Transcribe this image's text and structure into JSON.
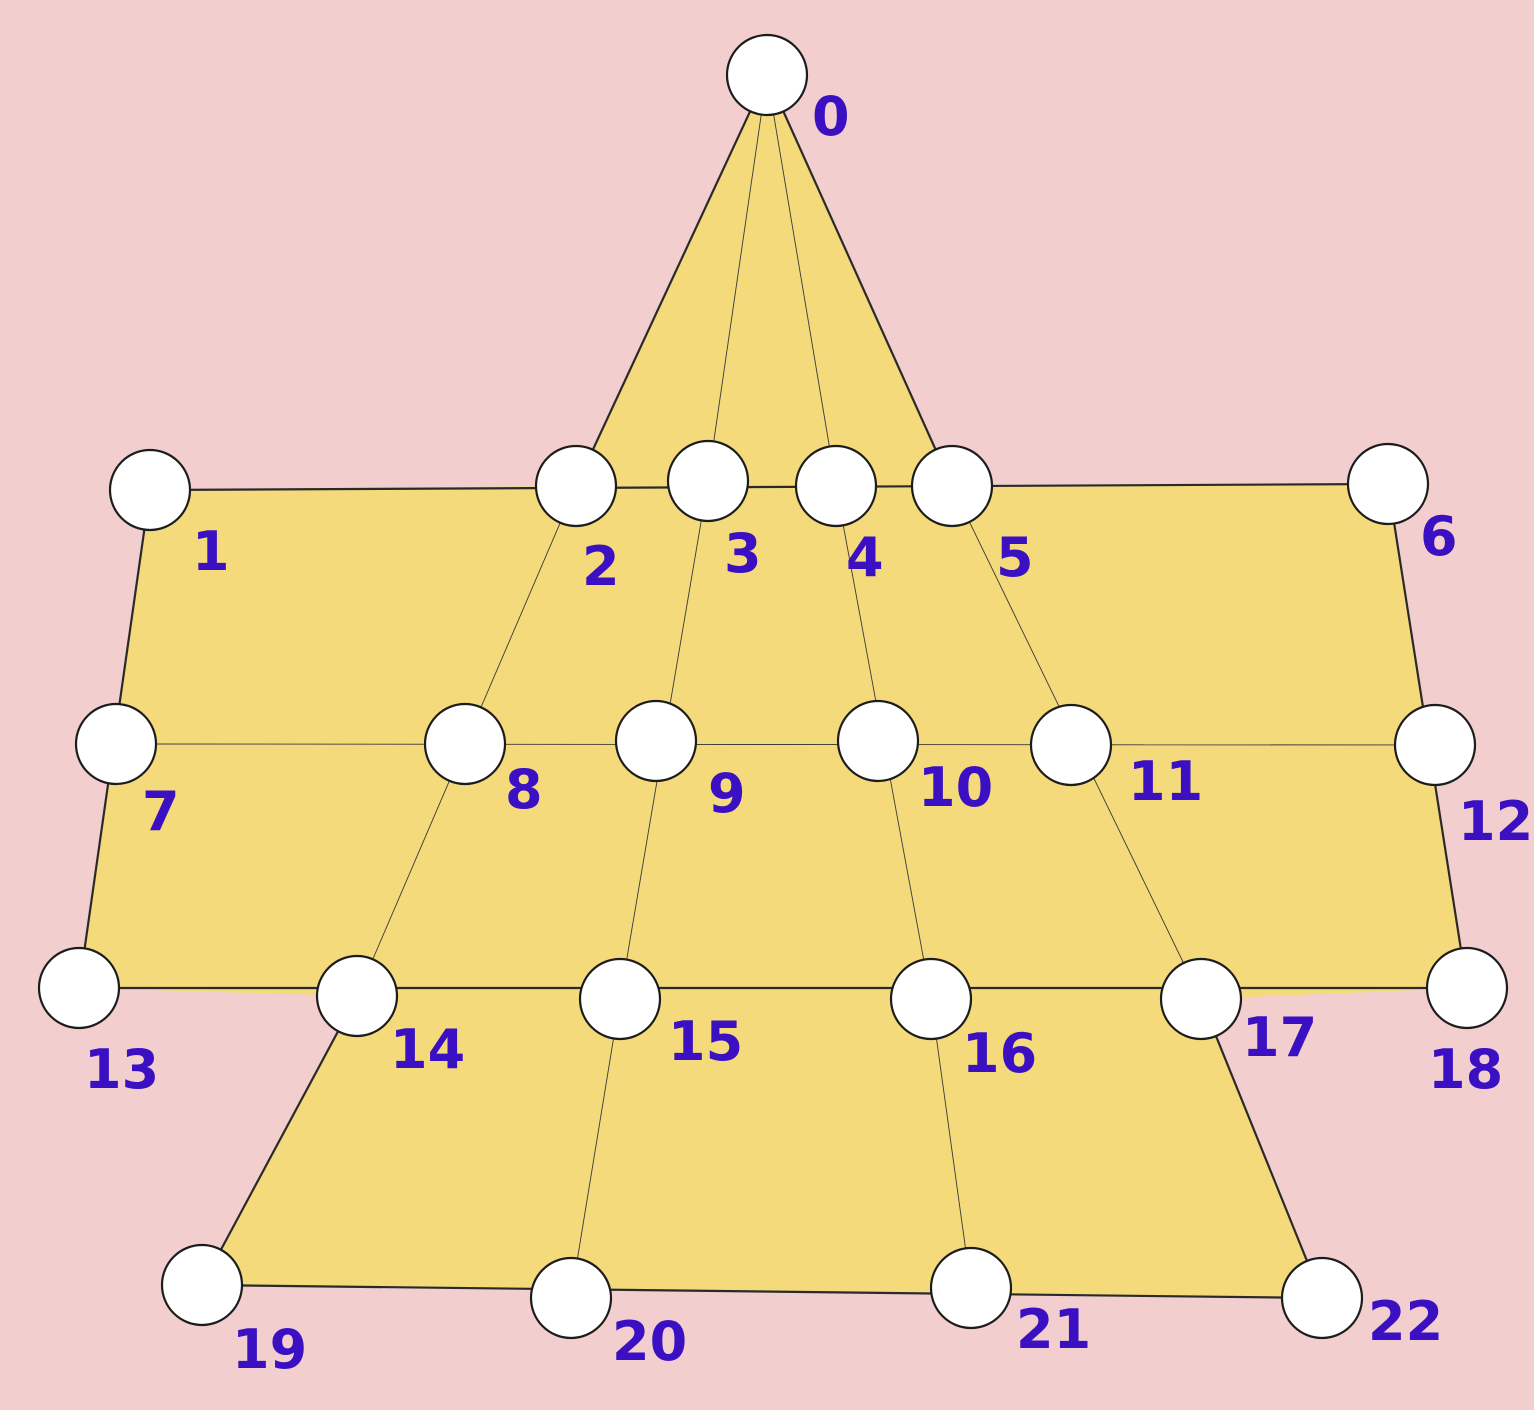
{
  "diagram": {
    "colors": {
      "background": "#f2cece",
      "face": "#f4da7a",
      "node_fill": "#ffffff",
      "node_stroke": "#1c1c1c",
      "label": "#3a10c2"
    },
    "nodes": [
      {
        "id": 0,
        "label": "0"
      },
      {
        "id": 1,
        "label": "1"
      },
      {
        "id": 2,
        "label": "2"
      },
      {
        "id": 3,
        "label": "3"
      },
      {
        "id": 4,
        "label": "4"
      },
      {
        "id": 5,
        "label": "5"
      },
      {
        "id": 6,
        "label": "6"
      },
      {
        "id": 7,
        "label": "7"
      },
      {
        "id": 8,
        "label": "8"
      },
      {
        "id": 9,
        "label": "9"
      },
      {
        "id": 10,
        "label": "10"
      },
      {
        "id": 11,
        "label": "11"
      },
      {
        "id": 12,
        "label": "12"
      },
      {
        "id": 13,
        "label": "13"
      },
      {
        "id": 14,
        "label": "14"
      },
      {
        "id": 15,
        "label": "15"
      },
      {
        "id": 16,
        "label": "16"
      },
      {
        "id": 17,
        "label": "17"
      },
      {
        "id": 18,
        "label": "18"
      },
      {
        "id": 19,
        "label": "19"
      },
      {
        "id": 20,
        "label": "20"
      },
      {
        "id": 21,
        "label": "21"
      },
      {
        "id": 22,
        "label": "22"
      }
    ],
    "edges_outline": [
      [
        0,
        2
      ],
      [
        0,
        5
      ],
      [
        1,
        6
      ],
      [
        1,
        13
      ],
      [
        6,
        18
      ],
      [
        13,
        18
      ],
      [
        14,
        19
      ],
      [
        17,
        22
      ],
      [
        19,
        22
      ]
    ],
    "edges_inner": [
      [
        0,
        3
      ],
      [
        0,
        4
      ],
      [
        7,
        12
      ],
      [
        2,
        14
      ],
      [
        3,
        15
      ],
      [
        4,
        16
      ],
      [
        5,
        17
      ],
      [
        15,
        20
      ],
      [
        16,
        21
      ]
    ]
  }
}
